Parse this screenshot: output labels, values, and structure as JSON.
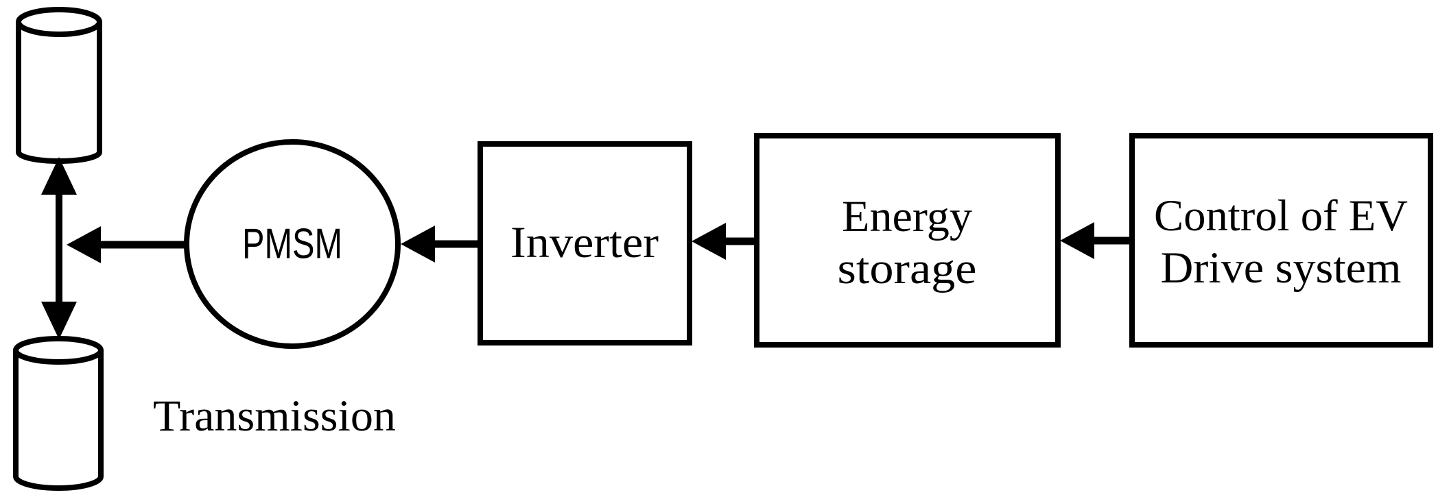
{
  "diagram": {
    "background": "#ffffff",
    "stroke_color": "#000000",
    "nodes": {
      "wheels": {
        "shape": "cylinder",
        "count": 2
      },
      "transmission": {
        "label": "Transmission"
      },
      "pmsm": {
        "label": "PMSM",
        "shape": "circle"
      },
      "inverter": {
        "label": "Inverter",
        "shape": "rect"
      },
      "energy_storage": {
        "label_lines": [
          "Energy",
          "storage"
        ],
        "shape": "rect"
      },
      "control": {
        "label_lines": [
          "Control of EV",
          "Drive system"
        ],
        "shape": "rect"
      }
    },
    "edges": [
      {
        "from": "control",
        "to": "energy_storage",
        "style": "arrow-left"
      },
      {
        "from": "energy_storage",
        "to": "inverter",
        "style": "arrow-left"
      },
      {
        "from": "inverter",
        "to": "pmsm",
        "style": "arrow-left"
      },
      {
        "from": "pmsm",
        "to": "transmission_axle",
        "style": "arrow-left"
      },
      {
        "from": "transmission_axle",
        "to": "wheels",
        "style": "arrow-both"
      }
    ]
  }
}
